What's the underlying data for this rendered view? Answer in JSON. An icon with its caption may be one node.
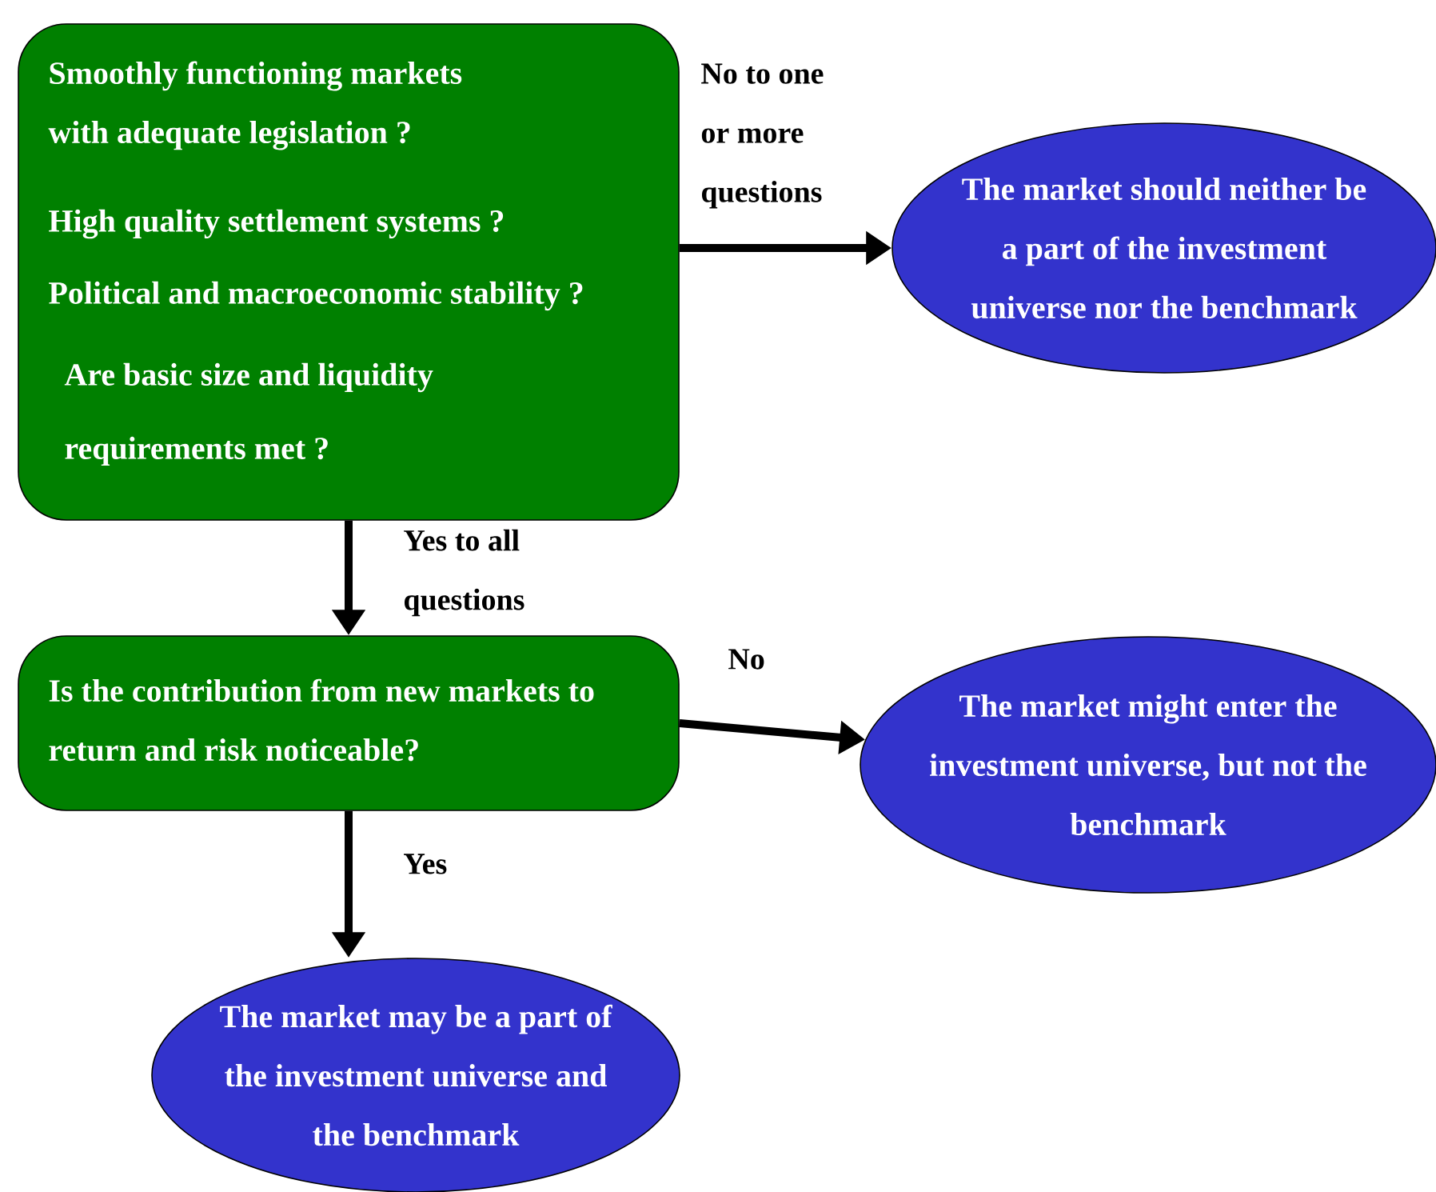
{
  "diagram": {
    "nodes": [
      {
        "text": [
          "Smoothly functioning markets with adequate legislation ?",
          "High quality settlement systems ?",
          "Political  and macroeconomic stability ?",
          "Are basic size and liquidity requirements met ?"
        ]
      },
      {
        "text": [
          "The market should neither be a part of the  investment universe nor the benchmark"
        ]
      },
      {
        "text": [
          "Is the contribution from new markets  to return and risk noticeable?"
        ]
      },
      {
        "text": [
          "The market might enter the investment universe, but not the benchmark"
        ]
      },
      {
        "text": [
          "The market may be  a part of the investment universe and the benchmark"
        ]
      }
    ],
    "edges": [
      {
        "from": 0,
        "to": 1,
        "arrow": "to",
        "label": "No to one or more questions"
      },
      {
        "from": 0,
        "to": 2,
        "arrow": "to",
        "label": "Yes to all questions"
      },
      {
        "from": 2,
        "to": 3,
        "arrow": "to",
        "label": "No"
      },
      {
        "from": 2,
        "to": 4,
        "arrow": "to",
        "label": "Yes"
      }
    ]
  }
}
